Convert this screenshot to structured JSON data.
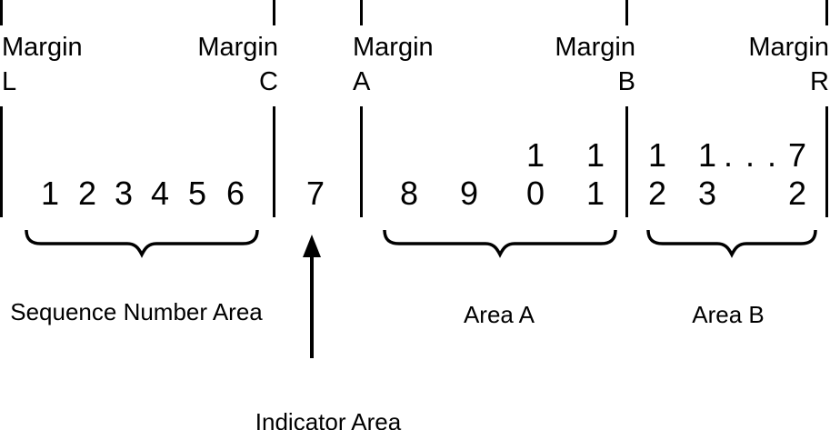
{
  "margins": [
    {
      "word": "Margin",
      "letter": "L"
    },
    {
      "word": "Margin",
      "letter": "C"
    },
    {
      "word": "Margin",
      "letter": "A"
    },
    {
      "word": "Margin",
      "letter": "B"
    },
    {
      "word": "Margin",
      "letter": "R"
    }
  ],
  "columns": [
    {
      "tens": "",
      "units": "1"
    },
    {
      "tens": "",
      "units": "2"
    },
    {
      "tens": "",
      "units": "3"
    },
    {
      "tens": "",
      "units": "4"
    },
    {
      "tens": "",
      "units": "5"
    },
    {
      "tens": "",
      "units": "6"
    },
    {
      "tens": "",
      "units": "7"
    },
    {
      "tens": "",
      "units": "8"
    },
    {
      "tens": "",
      "units": "9"
    },
    {
      "tens": "1",
      "units": "0"
    },
    {
      "tens": "1",
      "units": "1"
    },
    {
      "tens": "1",
      "units": "2"
    },
    {
      "tens": "1",
      "units": "3"
    },
    {
      "tens": "7",
      "units": "2"
    }
  ],
  "ellipsis": ". . .",
  "labels": {
    "sequence_area": "Sequence Number Area",
    "indicator_area": "Indicator Area",
    "area_a": "Area A",
    "area_b": "Area B"
  },
  "colors": {
    "ink": "#000000",
    "background": "#ffffff"
  }
}
